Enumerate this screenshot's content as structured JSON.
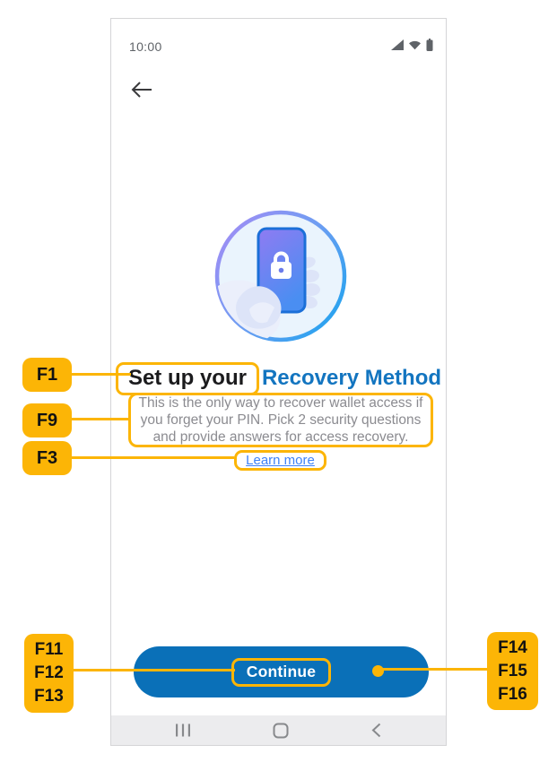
{
  "colors": {
    "annotation": "#FCB506",
    "button": "#0A70B8",
    "title-blue": "#1375C0",
    "link": "#3E82F7",
    "body-text": "#8B8B90"
  },
  "status_bar": {
    "time": "10:00",
    "icons": [
      "signal-icon",
      "wifi-icon",
      "battery-icon"
    ]
  },
  "screen": {
    "back_icon": "arrow-left-icon",
    "illustration": "hand-holding-phone-with-lock-icon",
    "title": {
      "prefix": "Set up your",
      "accent": "Recovery Method"
    },
    "body_lines": [
      "This is the only way to recover wallet access if",
      "you forget your PIN. Pick 2 security questions",
      "and provide answers for access recovery."
    ],
    "learn_more": "Learn more",
    "continue_label": "Continue"
  },
  "nav_bar": {
    "icons": [
      "recents-icon",
      "home-icon",
      "back-icon"
    ]
  },
  "annotations": {
    "f1": "F1",
    "f9": "F9",
    "f3": "F3",
    "group_left": [
      "F11",
      "F12",
      "F13"
    ],
    "group_right": [
      "F14",
      "F15",
      "F16"
    ]
  }
}
